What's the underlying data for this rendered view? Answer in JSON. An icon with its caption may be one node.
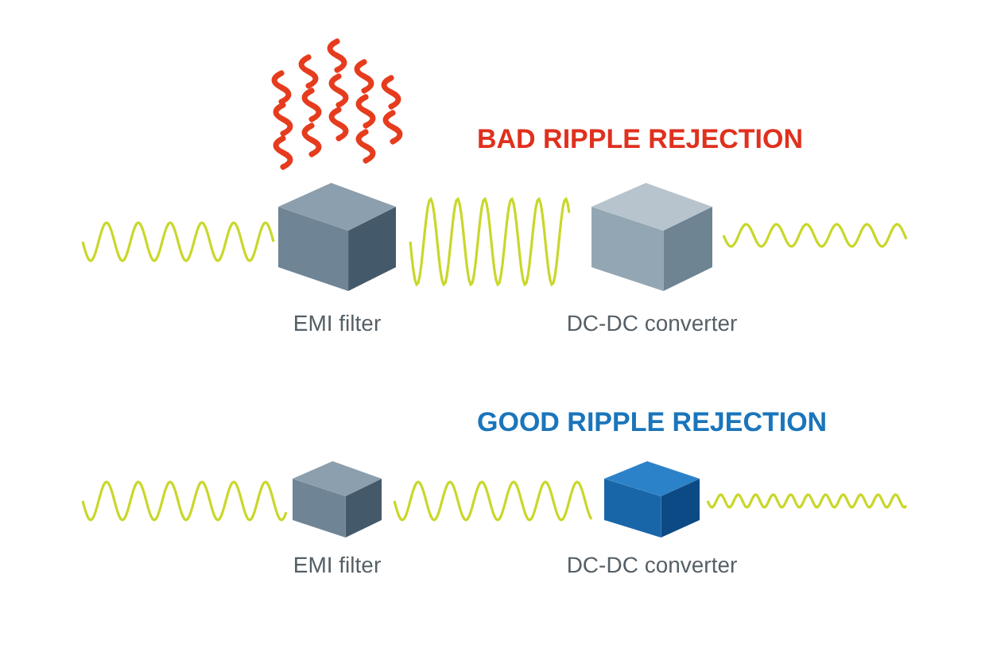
{
  "diagram": {
    "nodes": [
      {
        "text": [],
        "shape": "box",
        "beside": [
          "EMI filter"
        ]
      },
      {
        "text": [],
        "shape": "box",
        "beside": [
          "DC-DC converter"
        ]
      },
      {
        "text": [],
        "shape": "box",
        "beside": [
          "EMI filter"
        ]
      },
      {
        "text": [],
        "shape": "box",
        "beside": [
          "DC-DC converter"
        ]
      }
    ],
    "labels": [
      "BAD RIPPLE REJECTION",
      "GOOD RIPPLE REJECTION"
    ]
  }
}
